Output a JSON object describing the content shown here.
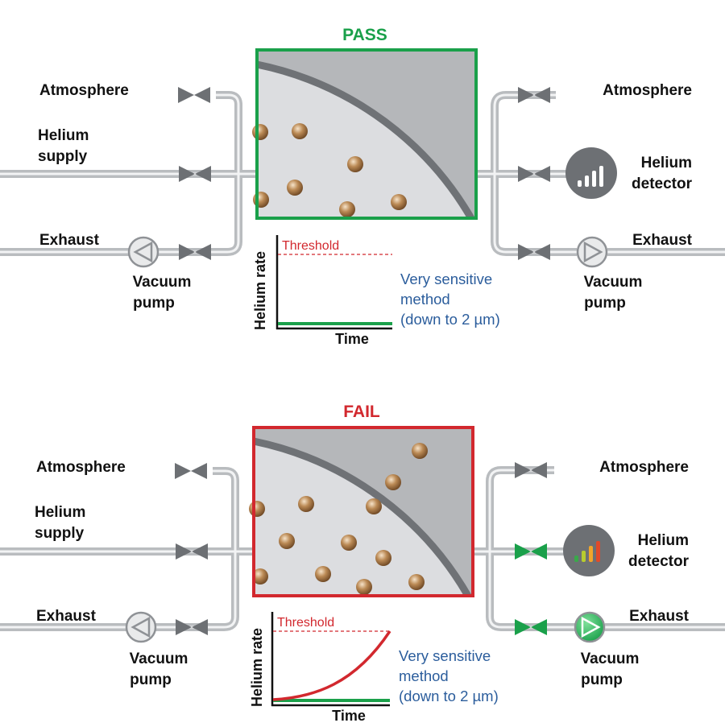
{
  "colors": {
    "pass": "#1aa04a",
    "fail": "#d2282e",
    "note": "#2b5d9c",
    "pipe": "#b9bcbf",
    "valve_closed": "#6d7074",
    "valve_open": "#1aa04a",
    "chamber_outer": "#b5b7ba",
    "chamber_inner": "#dcdde0",
    "wall": "#6f7276"
  },
  "pass_panel": {
    "status": "PASS",
    "left_labels": {
      "atmosphere": "Atmosphere",
      "helium_supply_1": "Helium",
      "helium_supply_2": "supply",
      "exhaust": "Exhaust",
      "pump_1": "Vacuum",
      "pump_2": "pump"
    },
    "right_labels": {
      "atmosphere": "Atmosphere",
      "detector_1": "Helium",
      "detector_2": "detector",
      "exhaust": "Exhaust",
      "pump_1": "Vacuum",
      "pump_2": "pump"
    },
    "chart": {
      "threshold_label": "Threshold",
      "y_label": "Helium rate",
      "x_label": "Time"
    },
    "note": [
      "Very sensitive",
      "method",
      "(down to 2 µm)"
    ],
    "icons": {
      "detector": "signal-bars-icon",
      "pump": "vacuum-pump-icon",
      "valve": "valve-icon"
    }
  },
  "fail_panel": {
    "status": "FAIL",
    "left_labels": {
      "atmosphere": "Atmosphere",
      "helium_supply_1": "Helium",
      "helium_supply_2": "supply",
      "exhaust": "Exhaust",
      "pump_1": "Vacuum",
      "pump_2": "pump"
    },
    "right_labels": {
      "atmosphere": "Atmosphere",
      "detector_1": "Helium",
      "detector_2": "detector",
      "exhaust": "Exhaust",
      "pump_1": "Vacuum",
      "pump_2": "pump"
    },
    "chart": {
      "threshold_label": "Threshold",
      "y_label": "Helium rate",
      "x_label": "Time"
    },
    "note": [
      "Very sensitive",
      "method",
      "(down to 2 µm)"
    ],
    "icons": {
      "detector": "signal-bars-icon",
      "pump": "vacuum-pump-icon",
      "valve": "valve-icon"
    }
  }
}
